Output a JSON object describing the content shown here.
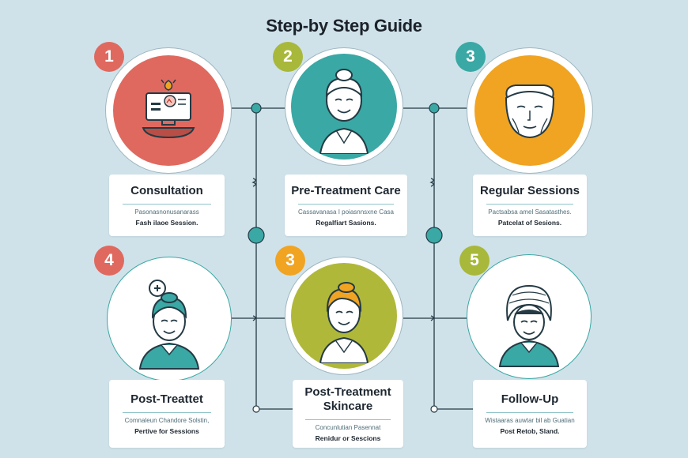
{
  "title": "Step-by Step Guide",
  "colors": {
    "background": "#cfe2ea",
    "coral": "#e0695f",
    "olive": "#a8b83a",
    "teal": "#3aa8a4",
    "orange": "#f0a422",
    "line": "#243a44"
  },
  "steps": [
    {
      "number": "1",
      "title": "Consultation",
      "desc": "Pasonasnonusanarass",
      "sub": "Fash ilaoe Session.",
      "icon": "computer-consultation-icon"
    },
    {
      "number": "2",
      "title": "Pre-Treatment Care",
      "desc": "Cassavanasa I poiasnnsxne Casa",
      "sub": "Regalfiart Sasions.",
      "icon": "woman-face-icon"
    },
    {
      "number": "3",
      "title": "Regular Sessions",
      "desc": "Pactsabsa amel Sasatasthes.",
      "sub": "Patcelat of Sesions.",
      "icon": "face-mask-icon"
    },
    {
      "number": "4",
      "title": "Post-Treattet",
      "desc": "Comnaleun Chandore Solstin,",
      "sub": "Pertive for Sessions",
      "icon": "woman-with-plus-icon"
    },
    {
      "number": "3",
      "title": "Post-Treatment Skincare",
      "desc": "Concunlutian Pasennat",
      "sub": "Renidur or Sescions",
      "icon": "woman-orange-hair-icon"
    },
    {
      "number": "5",
      "title": "Follow-Up",
      "desc": "Wistaaras auwtar bil ab Guatian",
      "sub": "Post Retob, Sland.",
      "icon": "woman-cap-icon"
    }
  ]
}
